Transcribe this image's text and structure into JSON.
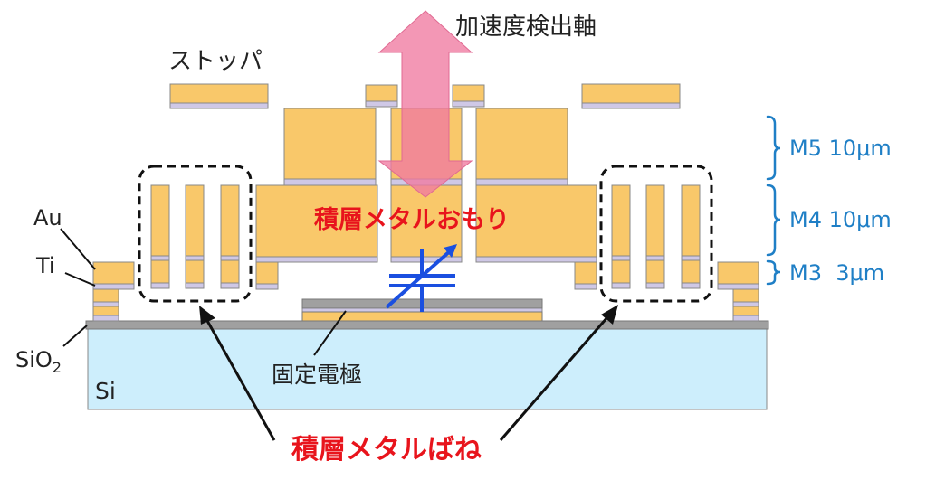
{
  "labels": {
    "axis": "加速度検出軸",
    "stopper": "ストッパ",
    "mass": "積層メタルおもり",
    "spring": "積層メタルばね",
    "fixed_electrode": "固定電極",
    "au": "Au",
    "ti": "Ti",
    "sio2": "SiO",
    "sio2_sub": "2",
    "si": "Si",
    "m5": "M5 10μm",
    "m4": "M4 10μm",
    "m3": "M3  3μm"
  },
  "colors": {
    "gold": "#f9c86a",
    "ti": "#cfc8e6",
    "si": "#cdeefc",
    "sio2": "#a0a0a0",
    "arrow": "#f07aa0",
    "blue_text": "#1f7fc6",
    "red_text": "#e8141c",
    "capacitor": "#1a4fe0"
  },
  "icons": [
    "variable-capacitor-icon",
    "double-arrow-icon"
  ]
}
